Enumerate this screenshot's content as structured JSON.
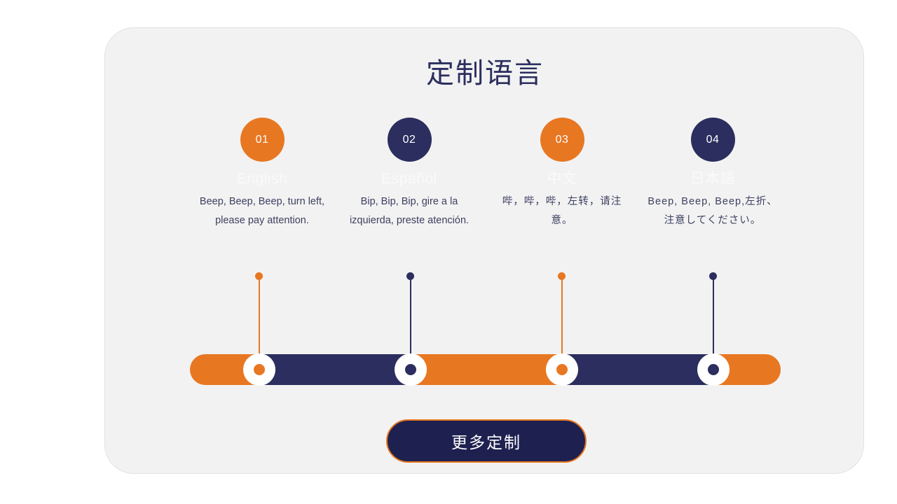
{
  "card": {
    "title": "定制语言",
    "background_color": "#f2f2f2"
  },
  "theme": {
    "orange": "#e87722",
    "navy": "#2b2e5e",
    "text": "#3d4061",
    "faded_label": "#fafafa"
  },
  "steps": [
    {
      "number": "01",
      "color": "orange",
      "language": "English",
      "text": "Beep, Beep, Beep, turn left, please pay attention."
    },
    {
      "number": "02",
      "color": "navy",
      "language": "Español",
      "text": "Bip, Bip, Bip, gire a la izquierda, preste atención."
    },
    {
      "number": "03",
      "color": "orange",
      "language": "中文",
      "text": "哔，哔，哔，左转，请注意。"
    },
    {
      "number": "04",
      "color": "navy",
      "language": "日本語",
      "text": "Beep, Beep, Beep,左折、注意してください。"
    }
  ],
  "progress_bar": {
    "segments": [
      "orange",
      "navy",
      "orange",
      "navy",
      "orange"
    ],
    "nodes": [
      "orange",
      "navy",
      "orange",
      "navy"
    ]
  },
  "cta": {
    "label": "更多定制"
  }
}
